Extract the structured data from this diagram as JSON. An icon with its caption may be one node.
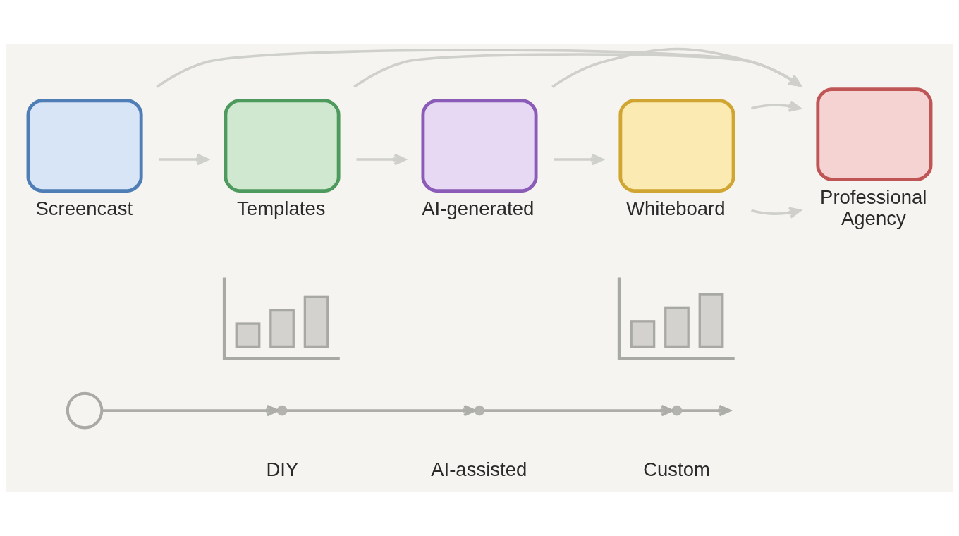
{
  "diagram": {
    "nodes": [
      {
        "text": [
          "Screencast"
        ]
      },
      {
        "text": [
          "Templates"
        ]
      },
      {
        "text": [
          "AI-generated"
        ]
      },
      {
        "text": [
          "Whiteboard"
        ]
      },
      {
        "text": [
          "Professional Agency"
        ]
      },
      {
        "text": [],
        "shape": "picture"
      },
      {
        "text": [],
        "shape": "picture"
      },
      {
        "text": [],
        "shape": "circle"
      },
      {
        "text": [],
        "shape": "circle",
        "beside": [
          "DIY"
        ]
      },
      {
        "text": [],
        "shape": "circle",
        "beside": [
          "AI-assisted"
        ]
      },
      {
        "text": [],
        "shape": "circle",
        "beside": [
          "Custom"
        ]
      }
    ],
    "edges": [
      {
        "from": 0,
        "to": 1,
        "arrow": "to"
      },
      {
        "from": 1,
        "to": 2,
        "arrow": "to"
      },
      {
        "from": 2,
        "to": 3,
        "arrow": "to"
      },
      {
        "from": 3,
        "to": 4,
        "arrow": "to"
      },
      {
        "from": 0,
        "to": 4,
        "arrow": "to"
      },
      {
        "from": 1,
        "to": 4,
        "arrow": "to"
      },
      {
        "from": 2,
        "to": 4,
        "arrow": "to"
      },
      {
        "from": 3,
        "to": 4,
        "arrow": "to"
      },
      {
        "from": 7,
        "to": 8,
        "arrow": "to",
        "color": "#adadaa"
      },
      {
        "from": 8,
        "to": 9,
        "arrow": "to",
        "color": "#adadaa"
      },
      {
        "from": 9,
        "to": 10,
        "arrow": "to",
        "color": "#adadaa"
      },
      {
        "from": 10,
        "to": null,
        "arrow": "to",
        "color": "#adadaa"
      }
    ]
  }
}
